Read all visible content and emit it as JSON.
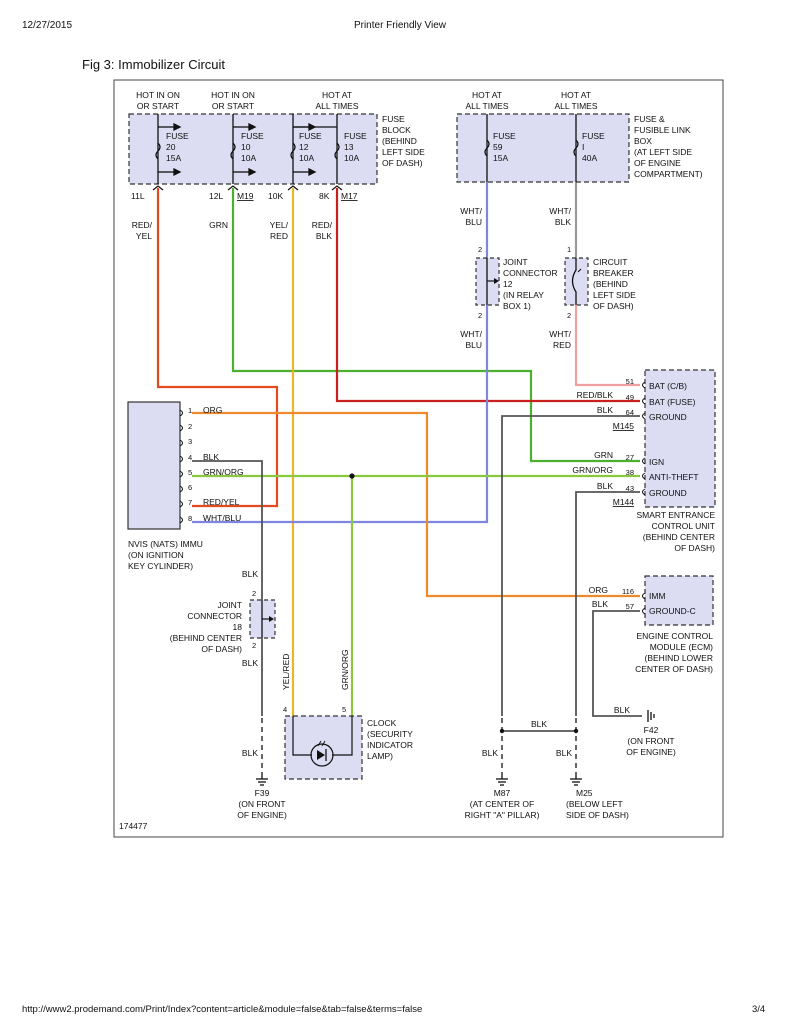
{
  "header": {
    "date": "12/27/2015",
    "title": "Printer Friendly View"
  },
  "figure_title": "Fig 3: Immobilizer Circuit",
  "footer": {
    "url": "http://www2.prodemand.com/Print/Index?content=article&module=false&tab=false&terms=false",
    "page": "3/4"
  },
  "figure_id": "174477",
  "colors": {
    "red_yel": "#e34a1f",
    "grn": "#4caf2f",
    "yel_red": "#e8b62a",
    "red_blk": "#c8201f",
    "wht_blu": "#7f86e0",
    "wht_blk": "#9a9a9a",
    "wht_red": "#f0a0a0",
    "org": "#ef8a2c",
    "grn_org": "#8cc83f",
    "blk": "#555555",
    "box_fill": "#dcdcf2"
  },
  "power_headers": {
    "h1": [
      "HOT IN ON",
      "OR START"
    ],
    "h2": [
      "HOT IN ON",
      "OR START"
    ],
    "h3": [
      "HOT AT",
      "ALL TIMES"
    ],
    "h4": [
      "HOT AT",
      "ALL TIMES"
    ],
    "h5": [
      "HOT AT",
      "ALL TIMES"
    ]
  },
  "fuse_block": {
    "label": [
      "FUSE",
      "BLOCK",
      "(BEHIND",
      "LEFT SIDE",
      "OF DASH)"
    ],
    "fuses": [
      {
        "lines": [
          "FUSE",
          "20",
          "15A"
        ],
        "terminal": "11L"
      },
      {
        "lines": [
          "FUSE",
          "10",
          "10A"
        ],
        "terminal": "12L",
        "connector": "M19"
      },
      {
        "lines": [
          "FUSE",
          "12",
          "10A"
        ],
        "terminal": "10K"
      },
      {
        "lines": [
          "FUSE",
          "13",
          "10A"
        ],
        "terminal": "8K",
        "connector": "M17"
      }
    ]
  },
  "fusible_box": {
    "label": [
      "FUSE &",
      "FUSIBLE LINK",
      "BOX",
      "(AT LEFT SIDE",
      "OF ENGINE",
      "COMPARTMENT)"
    ],
    "fuses": [
      {
        "lines": [
          "FUSE",
          "59",
          "15A"
        ]
      },
      {
        "lines": [
          "FUSE",
          "I",
          "40A"
        ]
      }
    ]
  },
  "wire_labels": {
    "red_yel": [
      "RED/",
      "YEL"
    ],
    "grn": "GRN",
    "yel_red": [
      "YEL/",
      "RED"
    ],
    "red_blk": [
      "RED/",
      "BLK"
    ],
    "wht_blu_top": [
      "WHT/",
      "BLU"
    ],
    "wht_blk": [
      "WHT/",
      "BLK"
    ],
    "wht_blu_mid": [
      "WHT/",
      "BLU"
    ],
    "wht_red": [
      "WHT/",
      "RED"
    ],
    "blk": "BLK",
    "yel_red_v": "YEL/RED",
    "grn_org_v": "GRN/ORG"
  },
  "joint_connector_12": {
    "label": [
      "JOINT",
      "CONNECTOR",
      "12",
      "(IN RELAY",
      "BOX 1)"
    ],
    "pin_top": "2",
    "pin_bottom": "2"
  },
  "circuit_breaker": {
    "label": [
      "CIRCUIT",
      "BREAKER",
      "(BEHIND",
      "LEFT SIDE",
      "OF DASH)"
    ],
    "pin_top": "1",
    "pin_bottom": "2"
  },
  "immu": {
    "label": [
      "NVIS (NATS) IMMU",
      "(ON IGNITION",
      "KEY CYLINDER)"
    ],
    "pins": [
      {
        "num": "1",
        "wire": "ORG"
      },
      {
        "num": "2",
        "wire": ""
      },
      {
        "num": "3",
        "wire": ""
      },
      {
        "num": "4",
        "wire": "BLK"
      },
      {
        "num": "5",
        "wire": "GRN/ORG"
      },
      {
        "num": "6",
        "wire": ""
      },
      {
        "num": "7",
        "wire": "RED/YEL"
      },
      {
        "num": "8",
        "wire": "WHT/BLU"
      }
    ]
  },
  "sec_unit": {
    "label": [
      "SMART ENTRANCE",
      "CONTROL UNIT",
      "(BEHIND CENTER",
      "OF DASH)"
    ],
    "connector_top": "M145",
    "connector_bottom": "M144",
    "pins": [
      {
        "num": "51",
        "wire": "",
        "name": "BAT (C/B)"
      },
      {
        "num": "49",
        "wire": "RED/BLK",
        "name": "BAT (FUSE)"
      },
      {
        "num": "64",
        "wire": "BLK",
        "name": "GROUND"
      },
      {
        "num": "27",
        "wire": "GRN",
        "name": "IGN"
      },
      {
        "num": "38",
        "wire": "GRN/ORG",
        "name": "ANTI-THEFT"
      },
      {
        "num": "43",
        "wire": "BLK",
        "name": "GROUND"
      }
    ]
  },
  "ecm": {
    "label": [
      "ENGINE CONTROL",
      "MODULE (ECM)",
      "(BEHIND LOWER",
      "CENTER OF DASH)"
    ],
    "pins": [
      {
        "num": "116",
        "wire": "ORG",
        "name": "IMM"
      },
      {
        "num": "57",
        "wire": "BLK",
        "name": "GROUND-C"
      }
    ]
  },
  "joint_connector_18": {
    "label": [
      "JOINT",
      "CONNECTOR",
      "18",
      "(BEHIND CENTER",
      "OF DASH)"
    ],
    "pin_top": "2",
    "pin_bottom": "2"
  },
  "clock": {
    "label": [
      "CLOCK",
      "(SECURITY",
      "INDICATOR",
      "LAMP)"
    ],
    "pin_left": "4",
    "pin_right": "5"
  },
  "grounds": {
    "f39": {
      "id": "F39",
      "label": [
        "(ON FRONT",
        "OF ENGINE)"
      ]
    },
    "m87": {
      "id": "M87",
      "label": [
        "(AT CENTER OF",
        "RIGHT \"A\" PILLAR)"
      ]
    },
    "m25": {
      "id": "M25",
      "label": [
        "(BELOW LEFT",
        "SIDE OF DASH)"
      ]
    },
    "f42": {
      "id": "F42",
      "label": [
        "(ON FRONT",
        "OF ENGINE)"
      ]
    }
  }
}
